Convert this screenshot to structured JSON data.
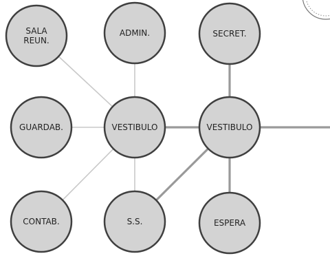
{
  "diagram": {
    "colors": {
      "node_fill": "#d3d3d3",
      "node_stroke": "#3f3f3f",
      "thin_edge": "#c9c9c9",
      "thick_edge": "#9a9a9a"
    },
    "nodes": {
      "sala_reun": {
        "lines": [
          "SALA",
          "REUN."
        ]
      },
      "admin": {
        "lines": [
          "ADMIN."
        ]
      },
      "secret": {
        "lines": [
          "SECRET."
        ]
      },
      "guardab": {
        "lines": [
          "GUARDAB."
        ]
      },
      "vestibulo_1": {
        "lines": [
          "VESTIBULO"
        ]
      },
      "vestibulo_2": {
        "lines": [
          "VESTIBULO"
        ]
      },
      "contab": {
        "lines": [
          "CONTAB."
        ]
      },
      "ss": {
        "lines": [
          "S.S."
        ]
      },
      "espera": {
        "lines": [
          "ESPERA"
        ]
      }
    },
    "edges": [
      {
        "from": "sala_reun",
        "to": "vestibulo_1",
        "weight": "thin"
      },
      {
        "from": "admin",
        "to": "vestibulo_1",
        "weight": "thin"
      },
      {
        "from": "guardab",
        "to": "vestibulo_1",
        "weight": "thin"
      },
      {
        "from": "contab",
        "to": "vestibulo_1",
        "weight": "thin"
      },
      {
        "from": "ss",
        "to": "vestibulo_1",
        "weight": "thin"
      },
      {
        "from": "vestibulo_1",
        "to": "vestibulo_2",
        "weight": "thick"
      },
      {
        "from": "secret",
        "to": "vestibulo_2",
        "weight": "thick"
      },
      {
        "from": "espera",
        "to": "vestibulo_2",
        "weight": "thick"
      },
      {
        "from": "ss",
        "to": "vestibulo_2",
        "weight": "thick"
      },
      {
        "from": "vestibulo_2",
        "to": "exit",
        "weight": "thick"
      }
    ]
  }
}
